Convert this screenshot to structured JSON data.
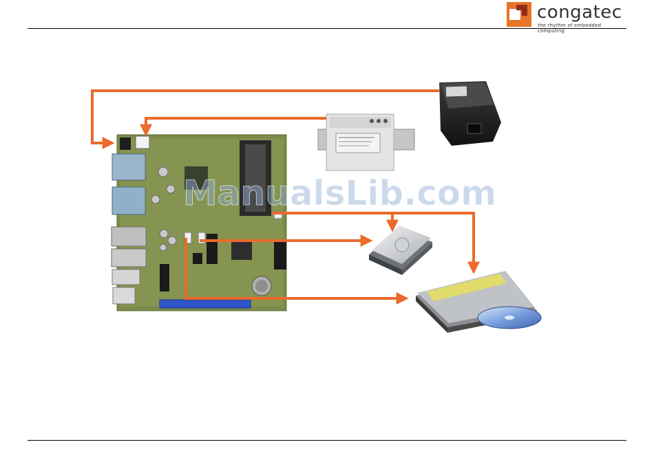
{
  "header": {
    "brand_name": "congatec",
    "tagline": "the rhythm of embedded computing",
    "brand_color": "#e8732a"
  },
  "watermark": {
    "text": "ManualsLib.com"
  },
  "diagram": {
    "arrow_color": "#ec6a2c",
    "components": [
      {
        "name": "motherboard",
        "icon": "mini-itx-board"
      },
      {
        "name": "external-power-adapter",
        "icon": "power-brick"
      },
      {
        "name": "din-rail-power-supply",
        "icon": "din-rail-psu"
      },
      {
        "name": "hard-disk-drive",
        "icon": "hdd"
      },
      {
        "name": "optical-drive",
        "icon": "slim-optical-drive"
      }
    ]
  }
}
